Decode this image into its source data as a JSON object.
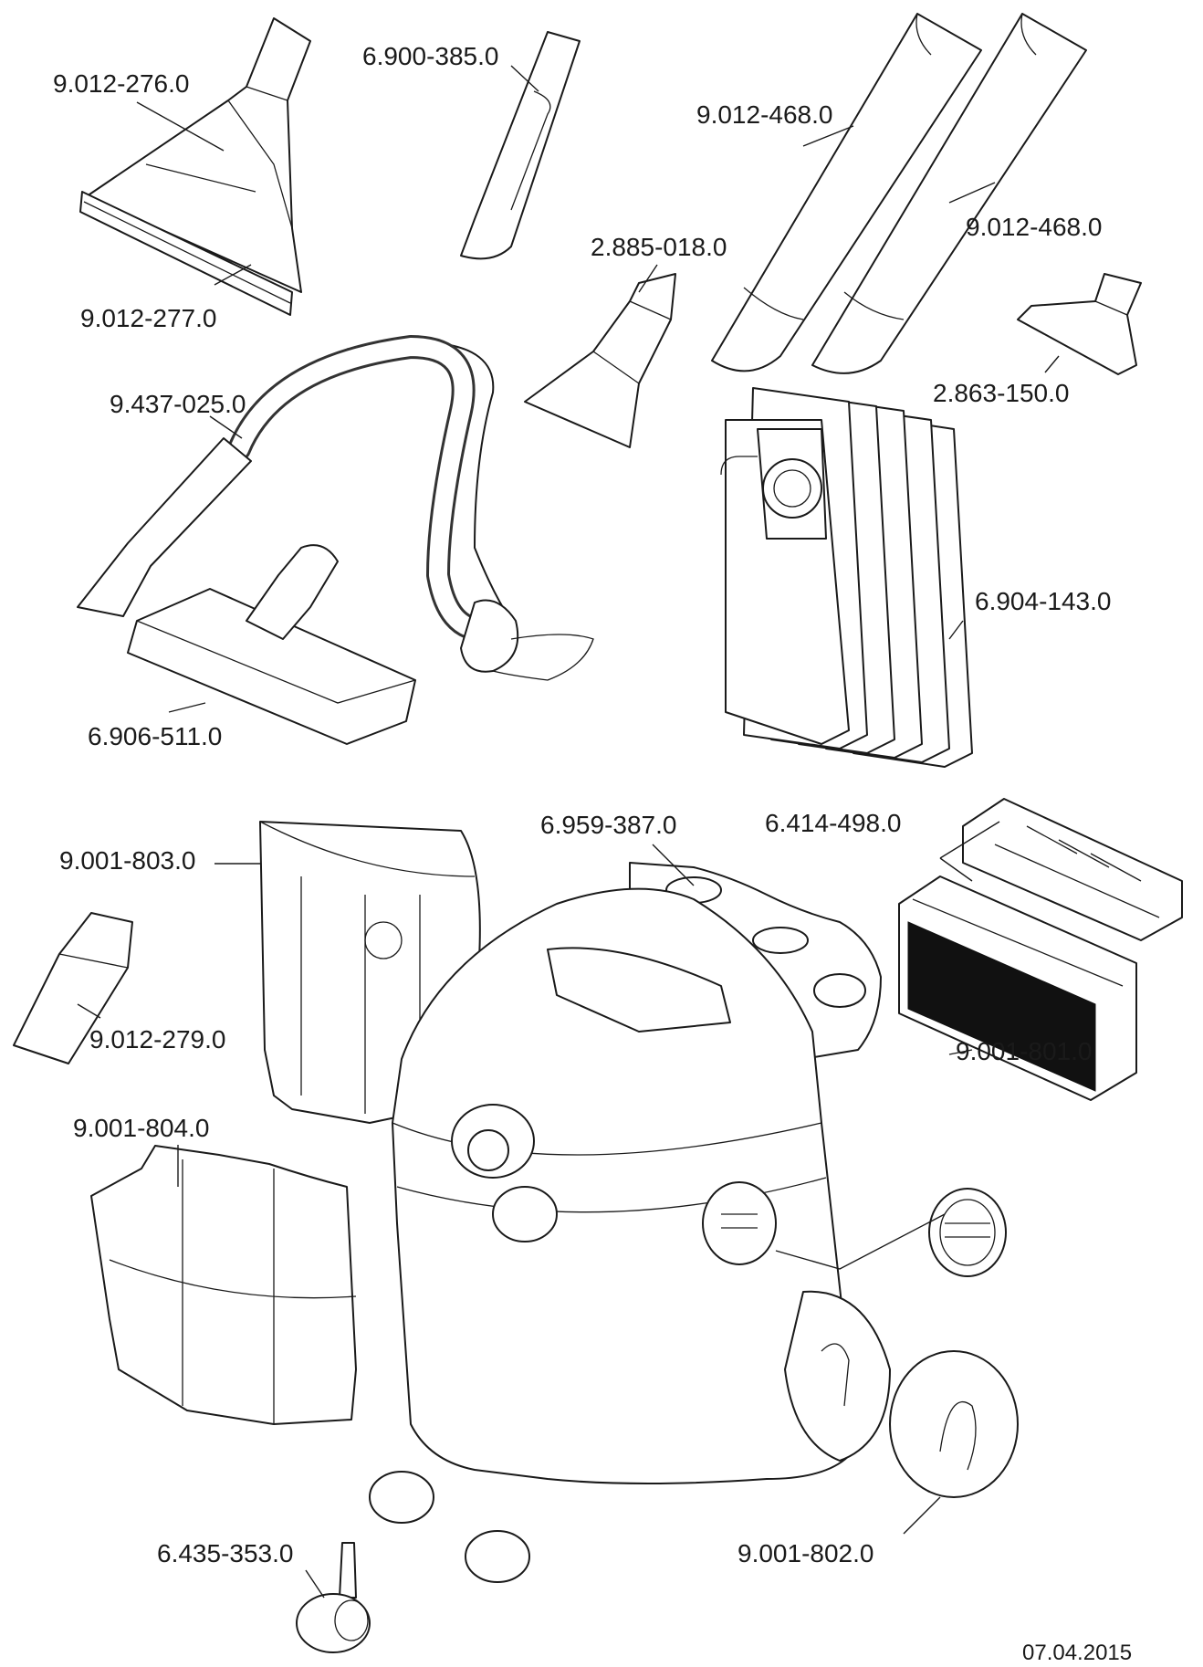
{
  "labels": {
    "p_9012_276": "9.012-276.0",
    "p_6900_385": "6.900-385.0",
    "p_9012_468_a": "9.012-468.0",
    "p_9012_468_b": "9.012-468.0",
    "p_2885_018": "2.885-018.0",
    "p_9012_277": "9.012-277.0",
    "p_2863_150": "2.863-150.0",
    "p_9437_025": "9.437-025.0",
    "p_6904_143": "6.904-143.0",
    "p_6906_511": "6.906-511.0",
    "p_6959_387": "6.959-387.0",
    "p_6414_498": "6.414-498.0",
    "p_9001_803": "9.001-803.0",
    "p_9012_279": "9.012-279.0",
    "p_9001_804": "9.001-804.0",
    "p_9001_801": "9.001-801.0",
    "p_6435_353": "6.435-353.0",
    "p_9001_802": "9.001-802.0"
  },
  "date": "07.04.2015"
}
